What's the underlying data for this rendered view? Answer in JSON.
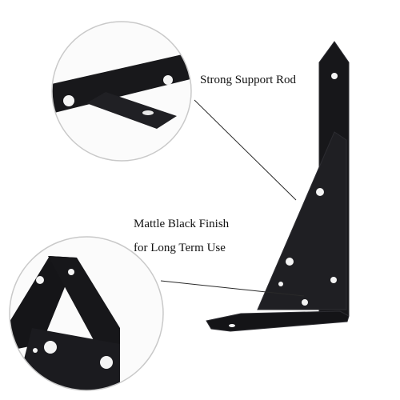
{
  "callouts": {
    "top": "Strong Support Rod",
    "middle_line1": "Mattle Black Finish",
    "middle_line2": "for Long Term Use"
  },
  "colors": {
    "metal": "#17171a",
    "metal_edge": "#2c2c31",
    "hole": "#f4f4f4",
    "circle_border": "#c9c9c9",
    "leader_line": "#2a2a2a"
  }
}
